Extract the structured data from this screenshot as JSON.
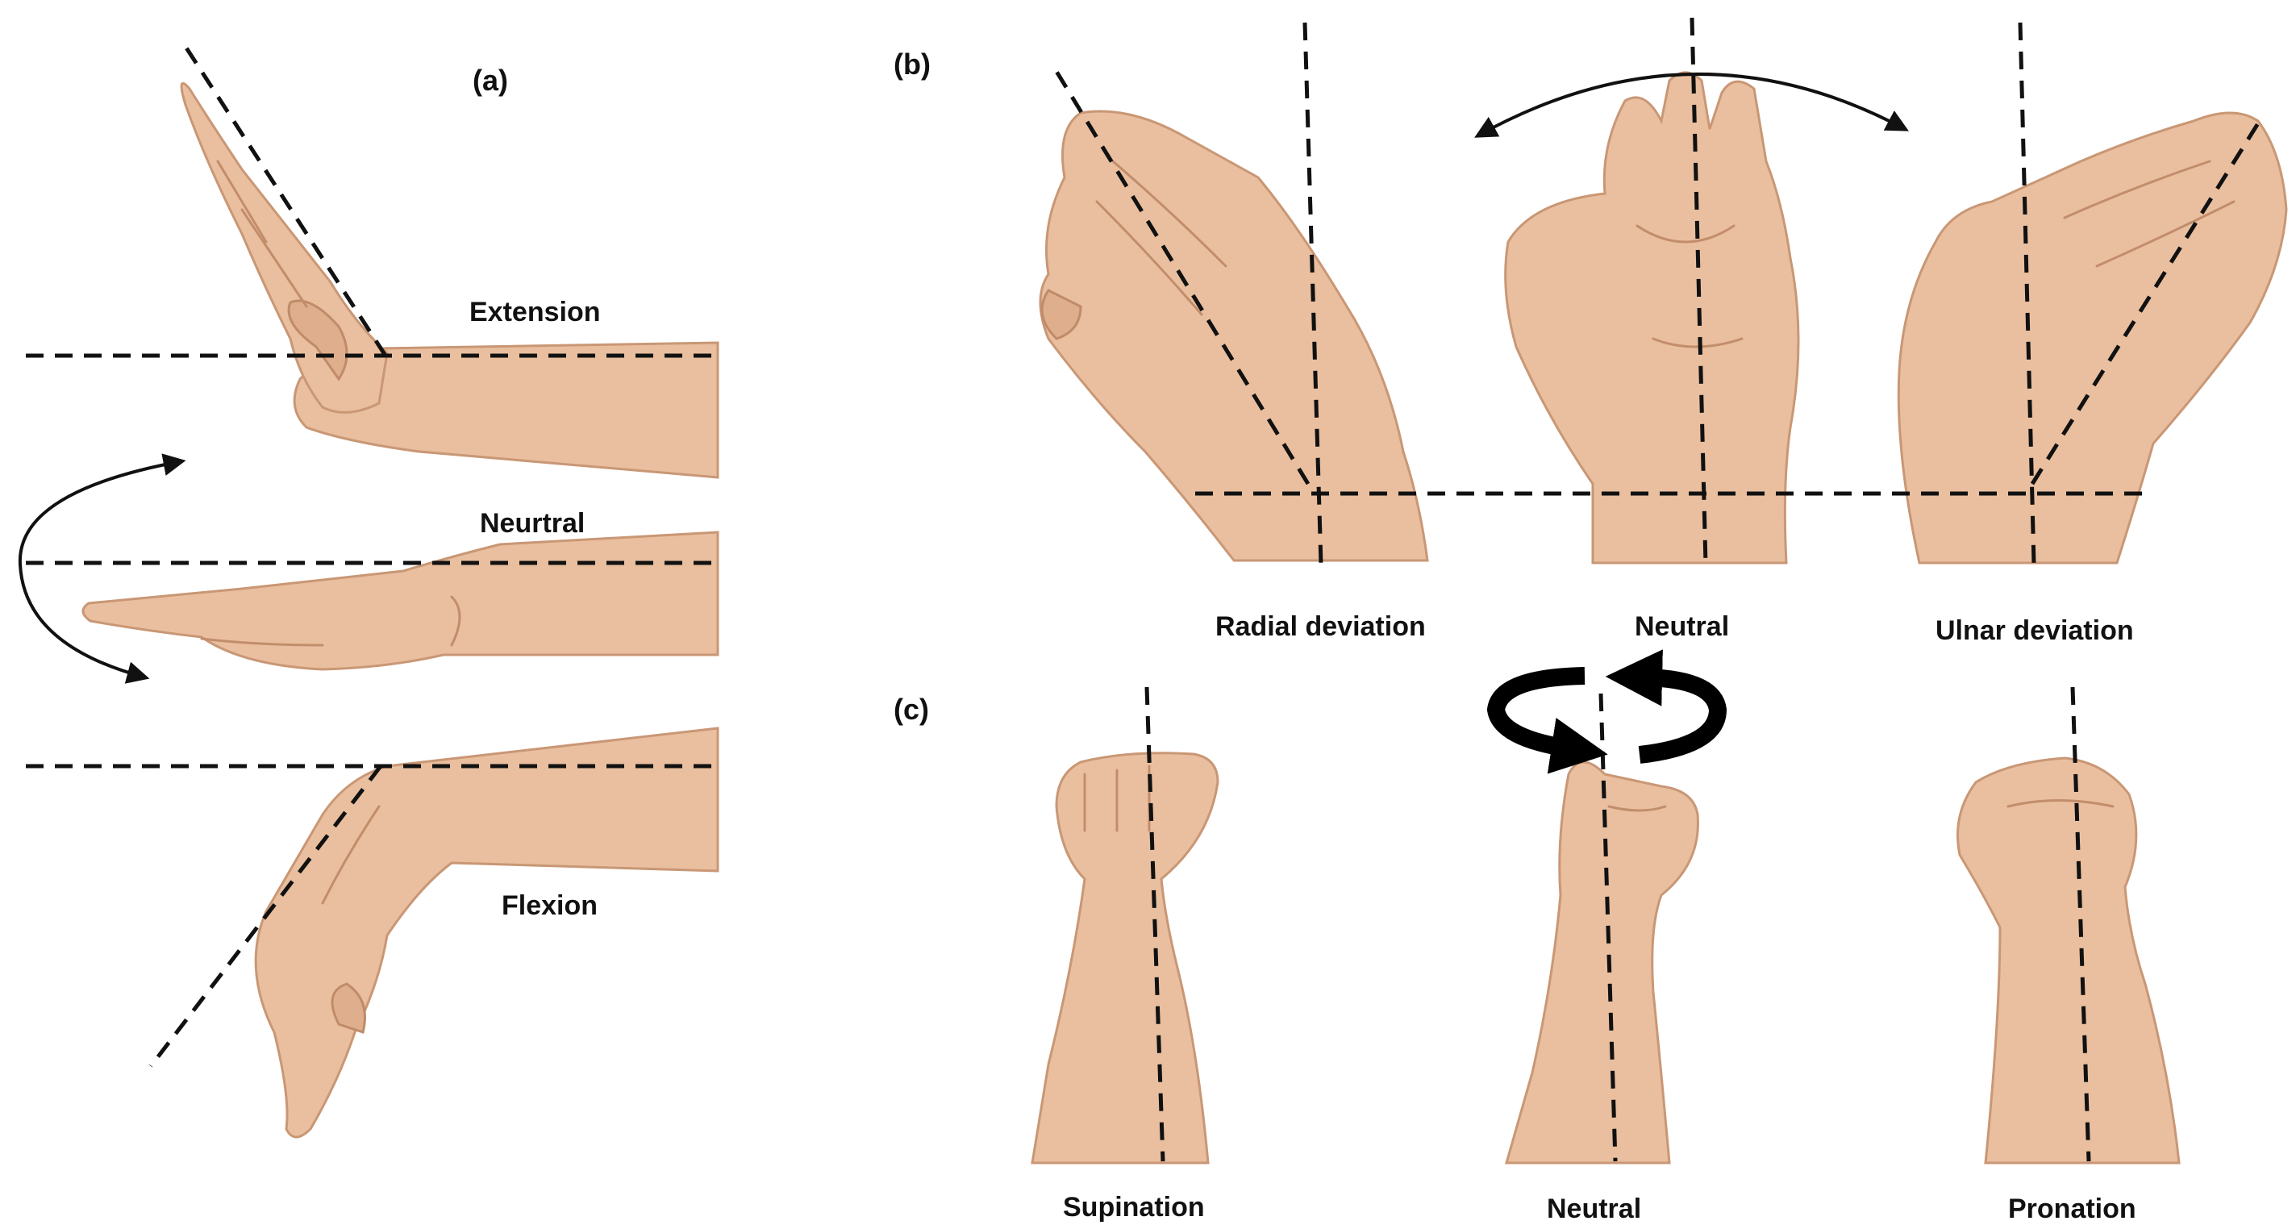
{
  "panels": {
    "a": {
      "label": "(a)",
      "poses": {
        "extension": "Extension",
        "neutral": "Neurtral",
        "flexion": "Flexion"
      }
    },
    "b": {
      "label": "(b)",
      "poses": {
        "radial": "Radial deviation",
        "neutral": "Neutral",
        "ulnar": "Ulnar deviation"
      }
    },
    "c": {
      "label": "(c)",
      "poses": {
        "supination": "Supination",
        "neutral": "Neutral",
        "pronation": "Pronation"
      }
    }
  },
  "colors": {
    "skin": "#e9bf9f",
    "skin_shadow": "#c99775",
    "line": "#111111"
  },
  "icons": {
    "motion_arrow": "curved-double-arrow-icon",
    "rotation_arrow": "rotation-arrows-icon"
  }
}
